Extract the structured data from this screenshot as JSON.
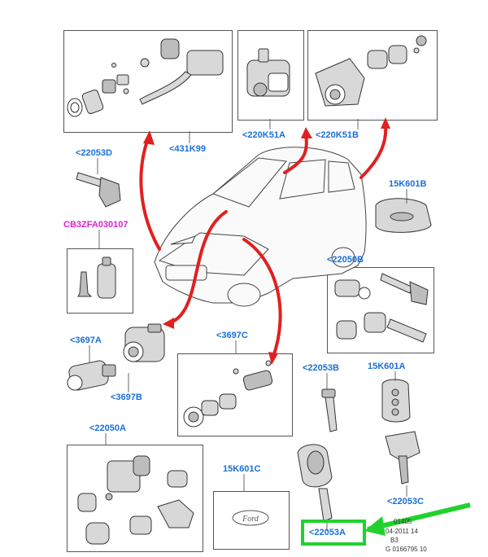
{
  "labels": {
    "l431K99": "<431K99",
    "l220K51A": "<220K51A",
    "l220K51B": "<220K51B",
    "l22053D": "<22053D",
    "lCB3": "CB3ZFA030107",
    "l15K601B": "15K601B",
    "l22050B": "<22050B",
    "l3697A": "<3697A",
    "l3697B": "<3697B",
    "l3697C": "<3697C",
    "l22053B": "<22053B",
    "l15K601A": "15K601A",
    "l22050A": "<22050A",
    "l15K601C": "15K601C",
    "l22053C": "<22053C",
    "l22053A": "<22053A"
  },
  "ref_block": {
    "line1": "01405",
    "line2": "04-2011 14",
    "line3": "B3",
    "line4": "G 0166795 10"
  },
  "logo_text": "Ford",
  "colors": {
    "label_blue": "#1a6fd8",
    "label_magenta": "#e020d0",
    "arrow_red": "#e02020",
    "highlight_green": "#22d12e"
  }
}
